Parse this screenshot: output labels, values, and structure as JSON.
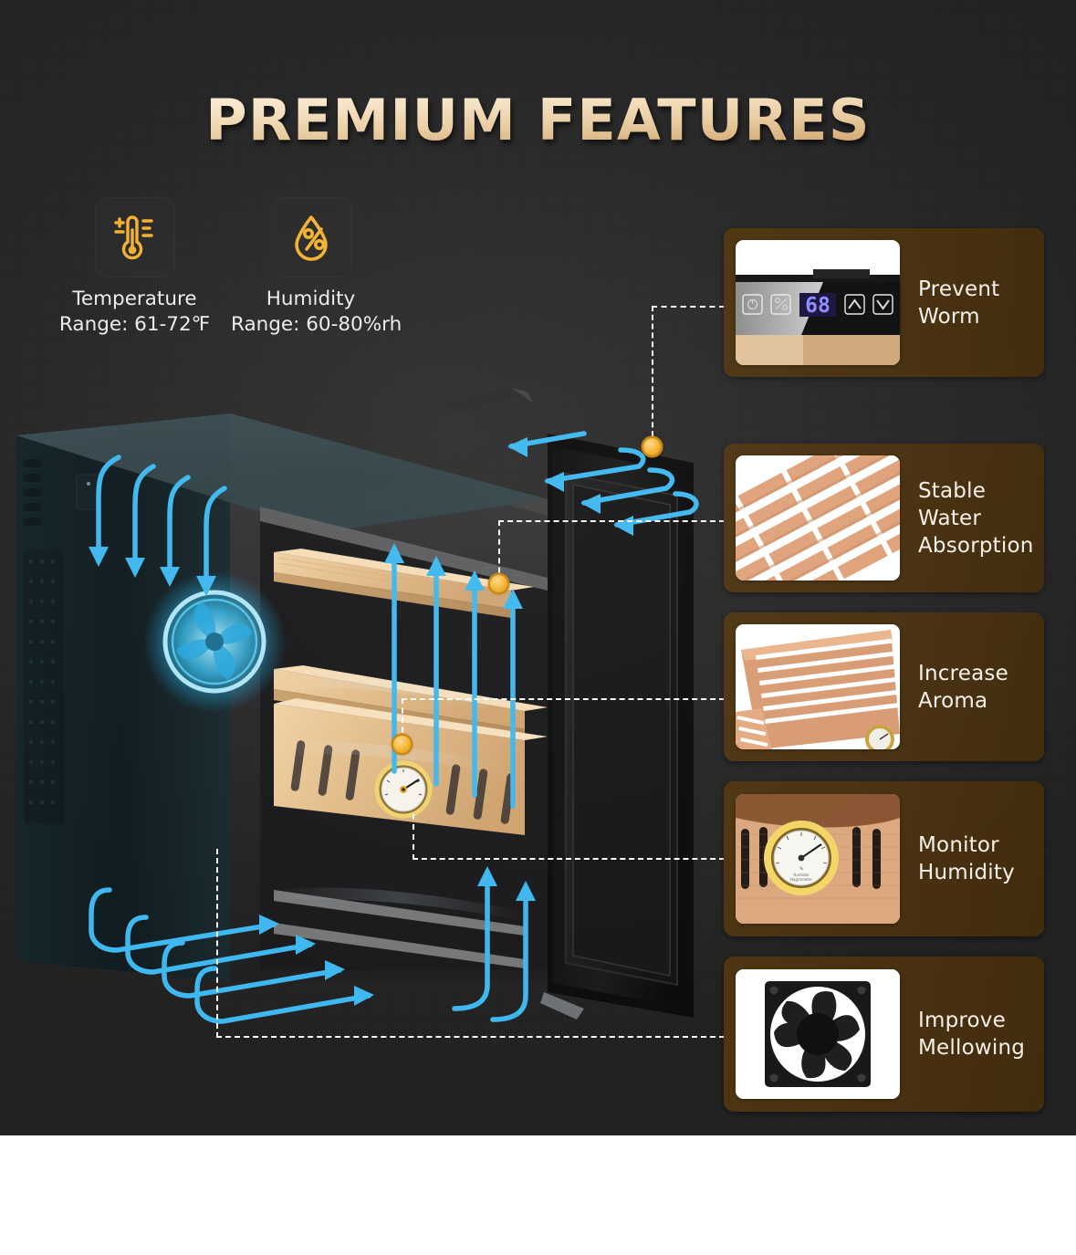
{
  "title": "PREMIUM FEATURES",
  "specs": [
    {
      "icon": "thermometer-icon",
      "label_line1": "Temperature",
      "label_line2": "Range: 61-72℉"
    },
    {
      "icon": "humidity-drop-icon",
      "label_line1": "Humidity",
      "label_line2": "Range: 60-80%rh"
    }
  ],
  "control_panel": {
    "display_value": "68",
    "buttons": [
      "power-icon",
      "fahrenheit-celsius-icon",
      "up-chevron-icon",
      "down-chevron-icon"
    ]
  },
  "features": [
    {
      "thumb": "control-panel-photo",
      "line1": "Prevent",
      "line2": "Worm"
    },
    {
      "thumb": "cedar-slats-photo",
      "line1": "Stable Water",
      "line2": "Absorption"
    },
    {
      "thumb": "cedar-drawer-photo",
      "line1": "Increase",
      "line2": "Aroma"
    },
    {
      "thumb": "hygrometer-photo",
      "line1": "Monitor",
      "line2": "Humidity"
    },
    {
      "thumb": "cooling-fan-photo",
      "line1": "Improve",
      "line2": "Mellowing"
    }
  ],
  "colors": {
    "background": "#272727",
    "card": "#4a3211",
    "accent_gold": "#f5b331",
    "airflow": "#3fb8ef",
    "title_gold": "#e9cda2",
    "text_light": "#f6f1e8"
  }
}
